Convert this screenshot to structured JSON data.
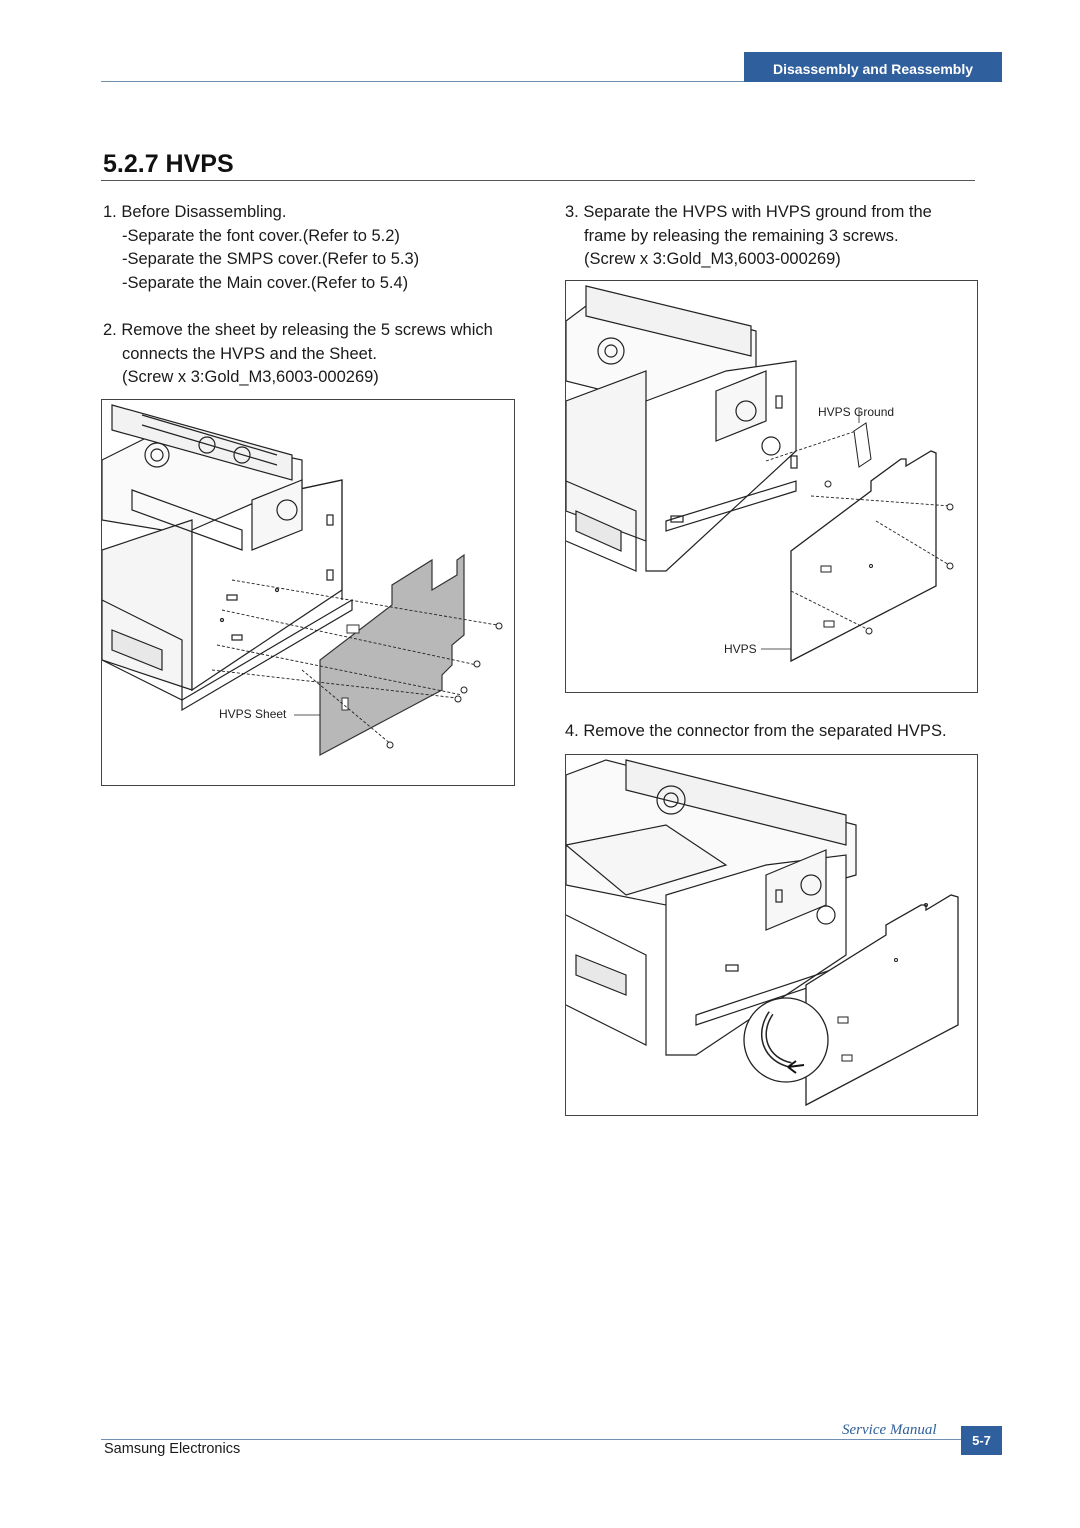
{
  "header": {
    "section_tab": "Disassembly and Reassembly"
  },
  "title": "5.2.7  HVPS",
  "steps": {
    "s1": {
      "heading": "1. Before Disassembling.",
      "lines": [
        "-Separate the font cover.(Refer to 5.2)",
        "-Separate the SMPS cover.(Refer to 5.3)",
        "-Separate the Main cover.(Refer to 5.4)"
      ]
    },
    "s2": {
      "heading": "2. Remove the sheet by releasing the 5 screws which",
      "lines": [
        "connects the HVPS and the Sheet.",
        "(Screw x 3:Gold_M3,6003-000269)"
      ]
    },
    "s3": {
      "heading": "3. Separate the HVPS with HVPS ground from the",
      "lines": [
        "frame by releasing the remaining 3 screws.",
        "(Screw x 3:Gold_M3,6003-000269)"
      ]
    },
    "s4": {
      "heading": "4. Remove the connector from the separated HVPS."
    }
  },
  "figures": {
    "fig1": {
      "label": "HVPS Sheet"
    },
    "fig2": {
      "label_ground": "HVPS Ground",
      "label_hvps": "HVPS"
    },
    "fig3": {}
  },
  "footer": {
    "company": "Samsung Electronics",
    "manual": "Service Manual",
    "page": "5-7"
  }
}
